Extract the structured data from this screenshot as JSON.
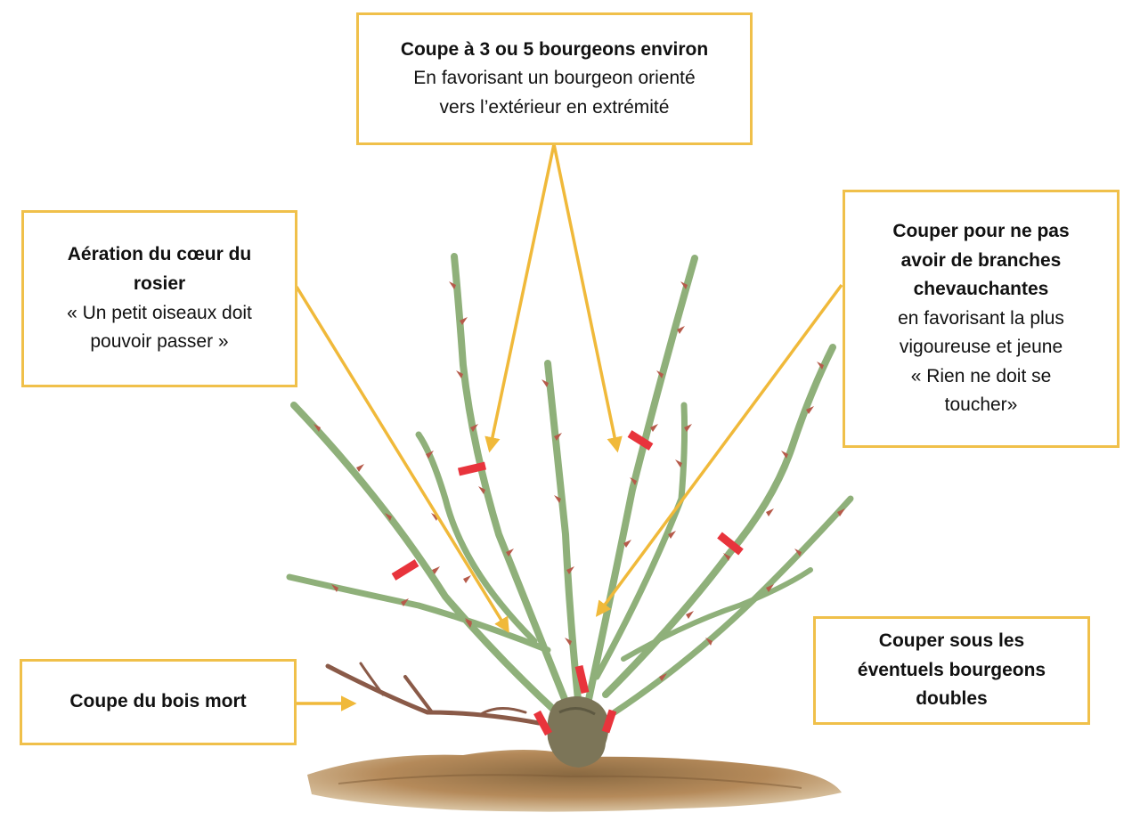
{
  "callouts": {
    "top": {
      "title": "Coupe à 3 ou 5 bourgeons environ",
      "text": "En favorisant un bourgeon orienté\nvers l’extérieur en extrémité"
    },
    "left": {
      "title": "Aération du cœur du\nrosier",
      "text": "« Un petit oiseaux doit\npouvoir passer »"
    },
    "right": {
      "title": "Couper pour ne pas\navoir de branches\nchevauchantes",
      "text": "en favorisant la plus\nvigoureuse et jeune\n« Rien ne doit se\ntoucher»"
    },
    "dead_wood": {
      "title": "Coupe du bois mort"
    },
    "double_buds": {
      "title": "Couper sous les\néventuels bourgeons\ndoubles"
    }
  },
  "colors": {
    "callout_border": "#f0c04a",
    "arrow": "#f0b93a",
    "cut_mark": "#e8343c",
    "stem": "#8fb07a",
    "stem_dark": "#5f7f52",
    "thorn": "#b65a4a",
    "dead_wood": "#8a5a48",
    "soil": "#b58a5a",
    "trunk": "#7c7558"
  }
}
